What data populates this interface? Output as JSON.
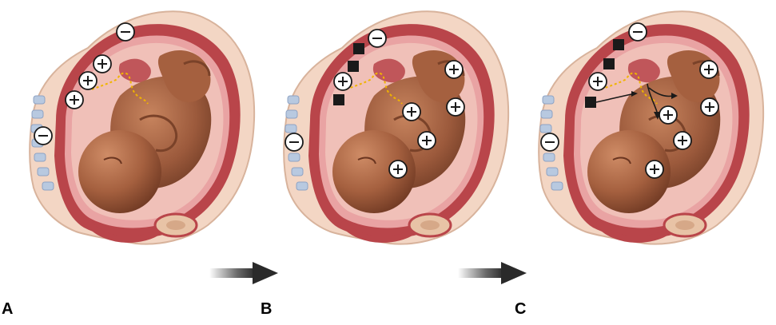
{
  "panels": [
    {
      "label": "A",
      "symbols": [
        "minus",
        "plus",
        "plus",
        "plus",
        "minus"
      ]
    },
    {
      "label": "B",
      "symbols": [
        "minus",
        "plus",
        "minus",
        "plus",
        "plus",
        "plus",
        "plus",
        "plus",
        "block",
        "block",
        "block"
      ]
    },
    {
      "label": "C",
      "symbols": [
        "minus",
        "plus",
        "minus",
        "plus",
        "plus",
        "plus",
        "plus",
        "plus",
        "block",
        "block",
        "block"
      ]
    }
  ],
  "colors": {
    "skin": "#f3d6c4",
    "uterus_wall": "#b9454a",
    "uterus_inner": "#e9a3a3",
    "fetus": "#9c5a3c",
    "fetus_dark": "#7a4229",
    "fetus_light": "#b97350",
    "placenta": "#c0565a",
    "dotted_line": "#f0b400",
    "vertebra": "#b8c9e0",
    "arrow_dark": "#2a2a2a"
  }
}
